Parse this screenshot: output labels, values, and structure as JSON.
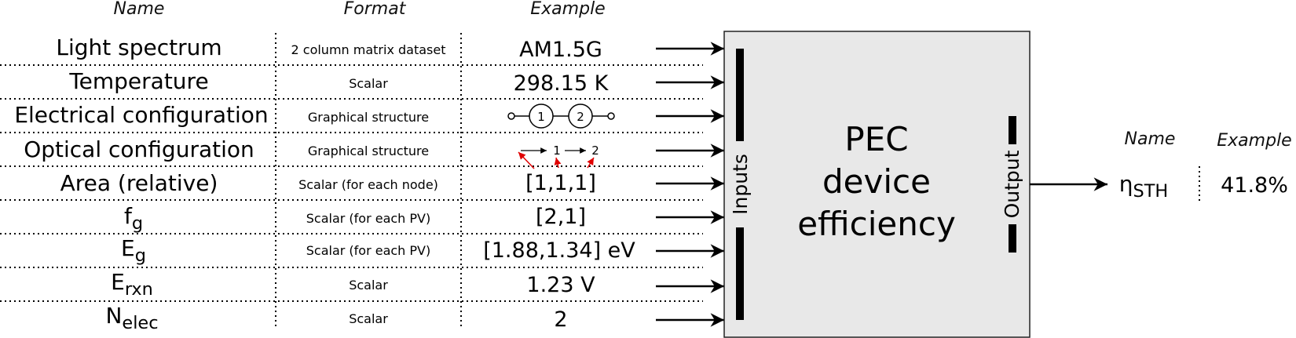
{
  "headers": {
    "name": "Name",
    "format": "Format",
    "example": "Example"
  },
  "inputs": [
    {
      "name": "Light spectrum",
      "format": "2 column matrix dataset",
      "example": "AM1.5G"
    },
    {
      "name": "Temperature",
      "format": "Scalar",
      "example": "298.15 K"
    },
    {
      "name": "Electrical configuration",
      "format": "Graphical structure",
      "example": "",
      "example_nodes": [
        "1",
        "2"
      ]
    },
    {
      "name": "Optical configuration",
      "format": "Graphical structure",
      "example": "",
      "example_nodes": [
        "1",
        "2"
      ]
    },
    {
      "name": "Area (relative)",
      "format": "Scalar (for each node)",
      "example": "[1,1,1]"
    },
    {
      "name": "f",
      "name_sub": "g",
      "format": "Scalar (for each PV)",
      "example": "[2,1]"
    },
    {
      "name": "E",
      "name_sub": "g",
      "format": "Scalar (for each PV)",
      "example": "[1.88,1.34] eV"
    },
    {
      "name": "E",
      "name_sub": "rxn",
      "format": "Scalar",
      "example": "1.23 V"
    },
    {
      "name": "N",
      "name_sub": "elec",
      "format": "Scalar",
      "example": "2"
    }
  ],
  "device": {
    "title_lines": [
      "PEC",
      "device",
      "efficiency"
    ],
    "inputs_label": "Inputs",
    "output_label": "Output"
  },
  "output": {
    "header_name": "Name",
    "header_example": "Example",
    "name": "η",
    "name_sub": "STH",
    "example": "41.8%"
  },
  "colors": {
    "box_fill": "#e8e8e8",
    "accent_arrows": "#e00000"
  }
}
